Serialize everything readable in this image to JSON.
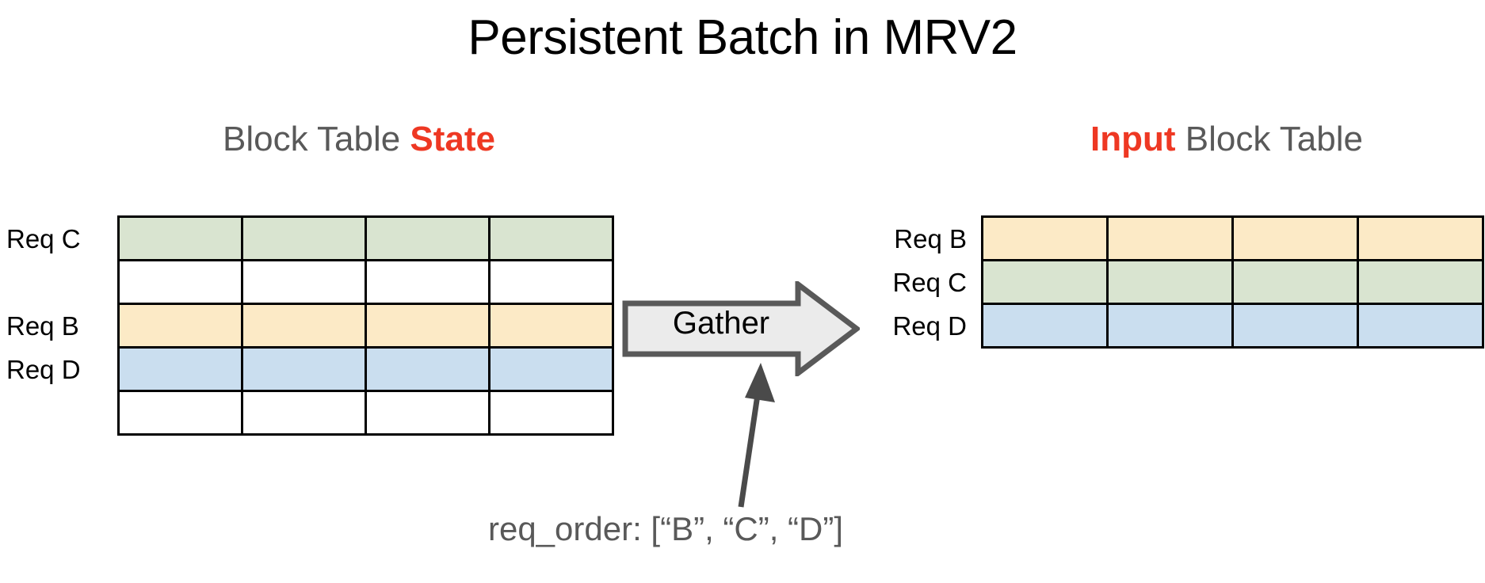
{
  "page": {
    "title": "Persistent Batch in MRV2",
    "background": "#ffffff"
  },
  "colors": {
    "accent_red": "#ee3823",
    "heading_gray": "#595959",
    "cell_green": "#d9e4d0",
    "cell_yellow": "#fceac6",
    "cell_blue": "#cadeef",
    "cell_empty": "#ffffff",
    "cell_border": "#000000",
    "arrow_fill": "#ebebeb",
    "arrow_stroke": "#595959",
    "annotation_arrow": "#4a4a4a"
  },
  "left_panel": {
    "heading_prefix": "Block Table ",
    "heading_accent": "State",
    "heading_full": "Block Table State",
    "columns": 4,
    "rows": [
      {
        "label": "Req C",
        "color": "#d9e4d0",
        "color_name": "green",
        "has_label": true
      },
      {
        "label": "",
        "color": "#ffffff",
        "color_name": "empty",
        "has_label": false
      },
      {
        "label": "Req B",
        "color": "#fceac6",
        "color_name": "yellow",
        "has_label": true
      },
      {
        "label": "Req D",
        "color": "#cadeef",
        "color_name": "blue",
        "has_label": true
      },
      {
        "label": "",
        "color": "#ffffff",
        "color_name": "empty",
        "has_label": false
      }
    ]
  },
  "right_panel": {
    "heading_accent": "Input",
    "heading_suffix": " Block Table",
    "heading_full": "Input Block Table",
    "columns": 4,
    "rows": [
      {
        "label": "Req B",
        "color": "#fceac6",
        "color_name": "yellow",
        "has_label": true
      },
      {
        "label": "Req C",
        "color": "#d9e4d0",
        "color_name": "green",
        "has_label": true
      },
      {
        "label": "Req D",
        "color": "#cadeef",
        "color_name": "blue",
        "has_label": true
      }
    ]
  },
  "gather": {
    "label": "Gather",
    "direction": "right"
  },
  "annotation": {
    "caption": "req_order: [“B”, “C”, “D”]",
    "req_order": [
      "B",
      "C",
      "D"
    ]
  }
}
